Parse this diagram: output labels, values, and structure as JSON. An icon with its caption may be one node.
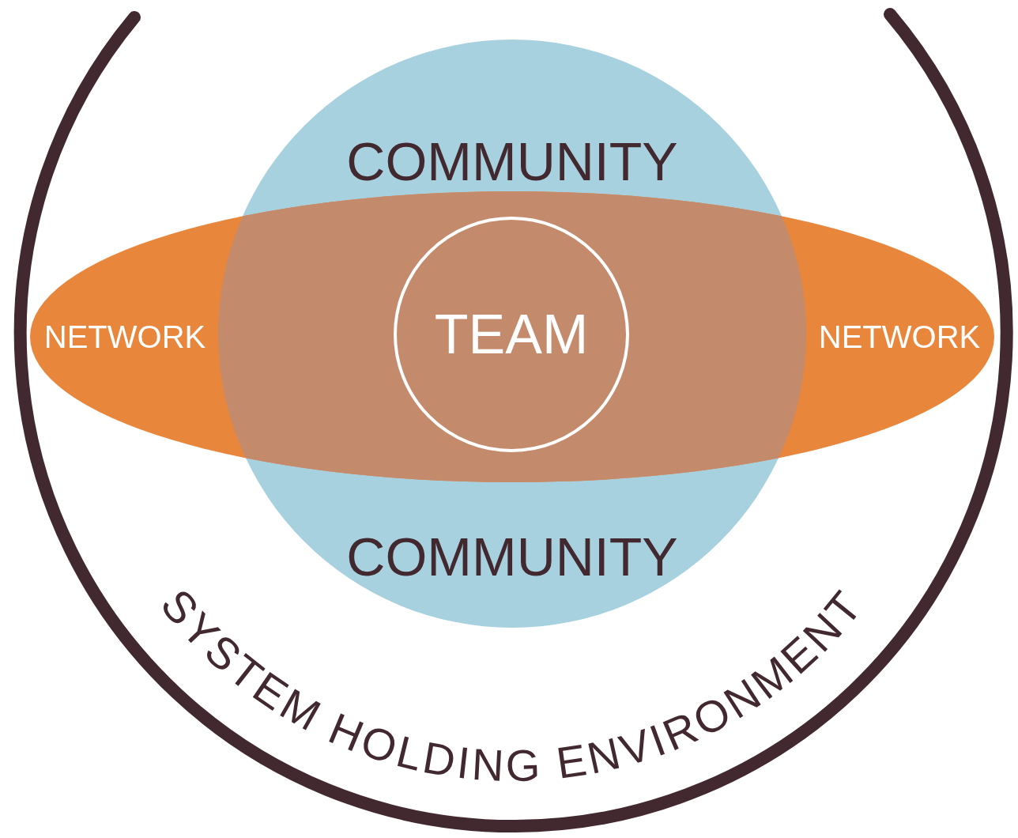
{
  "diagram": {
    "nodes": [
      {
        "text": [
          "SYSTEM HOLDING ENVIRONMENT"
        ]
      },
      {
        "text": [
          "COMMUNITY",
          "COMMUNITY"
        ],
        "in": 0
      },
      {
        "text": [
          "NETWORK",
          "NETWORK"
        ],
        "in": 0
      },
      {
        "text": [
          "TEAM"
        ]
      }
    ],
    "edges": []
  }
}
